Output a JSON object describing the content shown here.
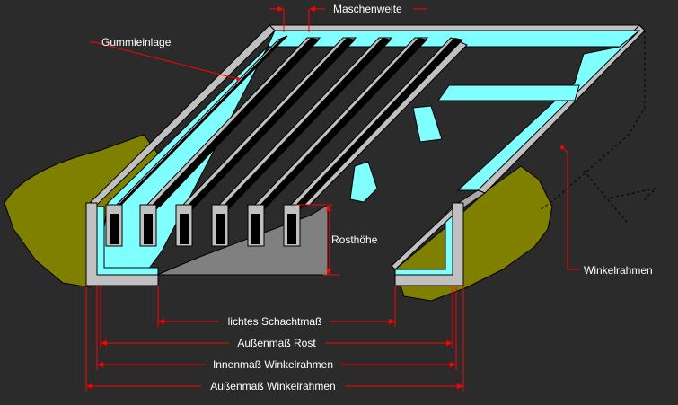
{
  "labels": {
    "maschenweite": "Maschenweite",
    "gummieinlage": "Gummieinlage",
    "rosthoehe": "Rosthöhe",
    "winkelrahmen": "Winkelrahmen",
    "lichtes_schachtmass": "lichtes Schachtmaß",
    "aussenmass_rost": "Außenmaß Rost",
    "innenmass_winkelrahmen": "Innenmaß Winkelrahmen",
    "aussenmass_winkelrahmen": "Außenmaß Winkelrahmen"
  },
  "colors": {
    "background": "#2b2b2b",
    "ground": "#7f7f00",
    "frame": "#c0c0c0",
    "cyan": "#80ffff",
    "rubber": "#000000",
    "dimension": "#ff0000",
    "grate_shadow": "#808080"
  }
}
